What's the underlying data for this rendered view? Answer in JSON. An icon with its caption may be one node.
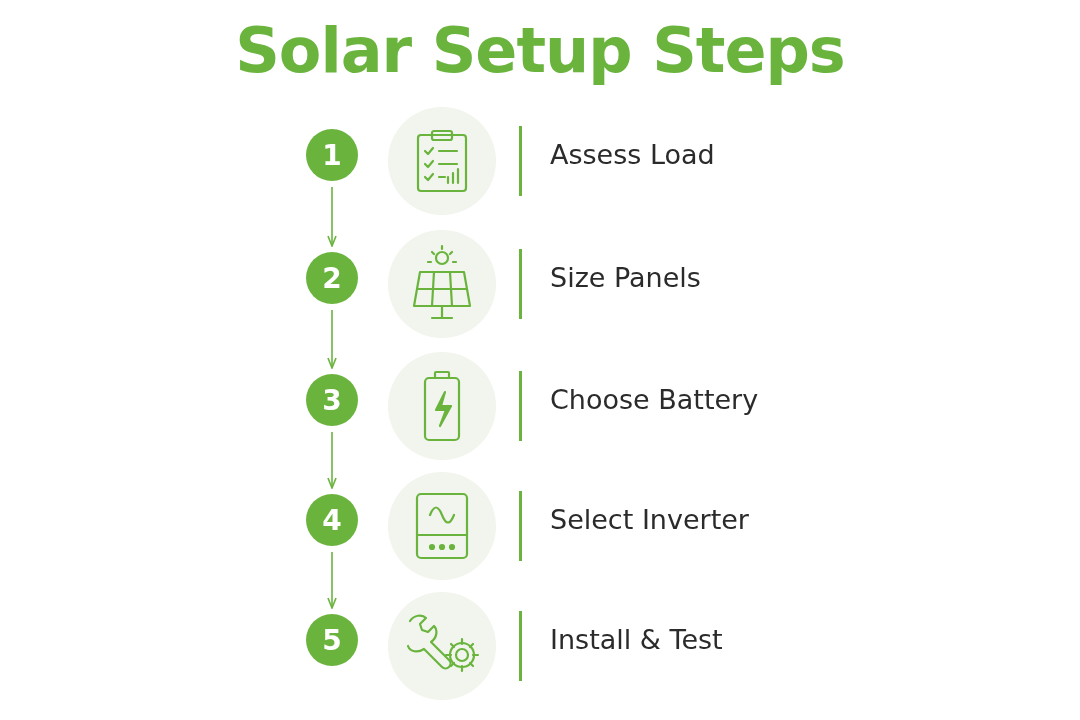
{
  "diagram": {
    "title": "Solar Setup Steps",
    "nodes": [
      {
        "text": [
          "1"
        ]
      },
      {
        "text": [
          "2"
        ]
      },
      {
        "text": [
          "3"
        ]
      },
      {
        "text": [
          "4"
        ]
      },
      {
        "text": [
          "5"
        ]
      }
    ],
    "edges": [
      {
        "from": 0,
        "to": 1,
        "arrow": "to"
      },
      {
        "from": 1,
        "to": 2,
        "arrow": "to"
      },
      {
        "from": 2,
        "to": 3,
        "arrow": "to"
      },
      {
        "from": 3,
        "to": 4,
        "arrow": "to"
      }
    ],
    "labels": [
      "Assess Load",
      "Size Panels",
      "Choose Battery",
      "Select Inverter",
      "Install & Test"
    ]
  }
}
